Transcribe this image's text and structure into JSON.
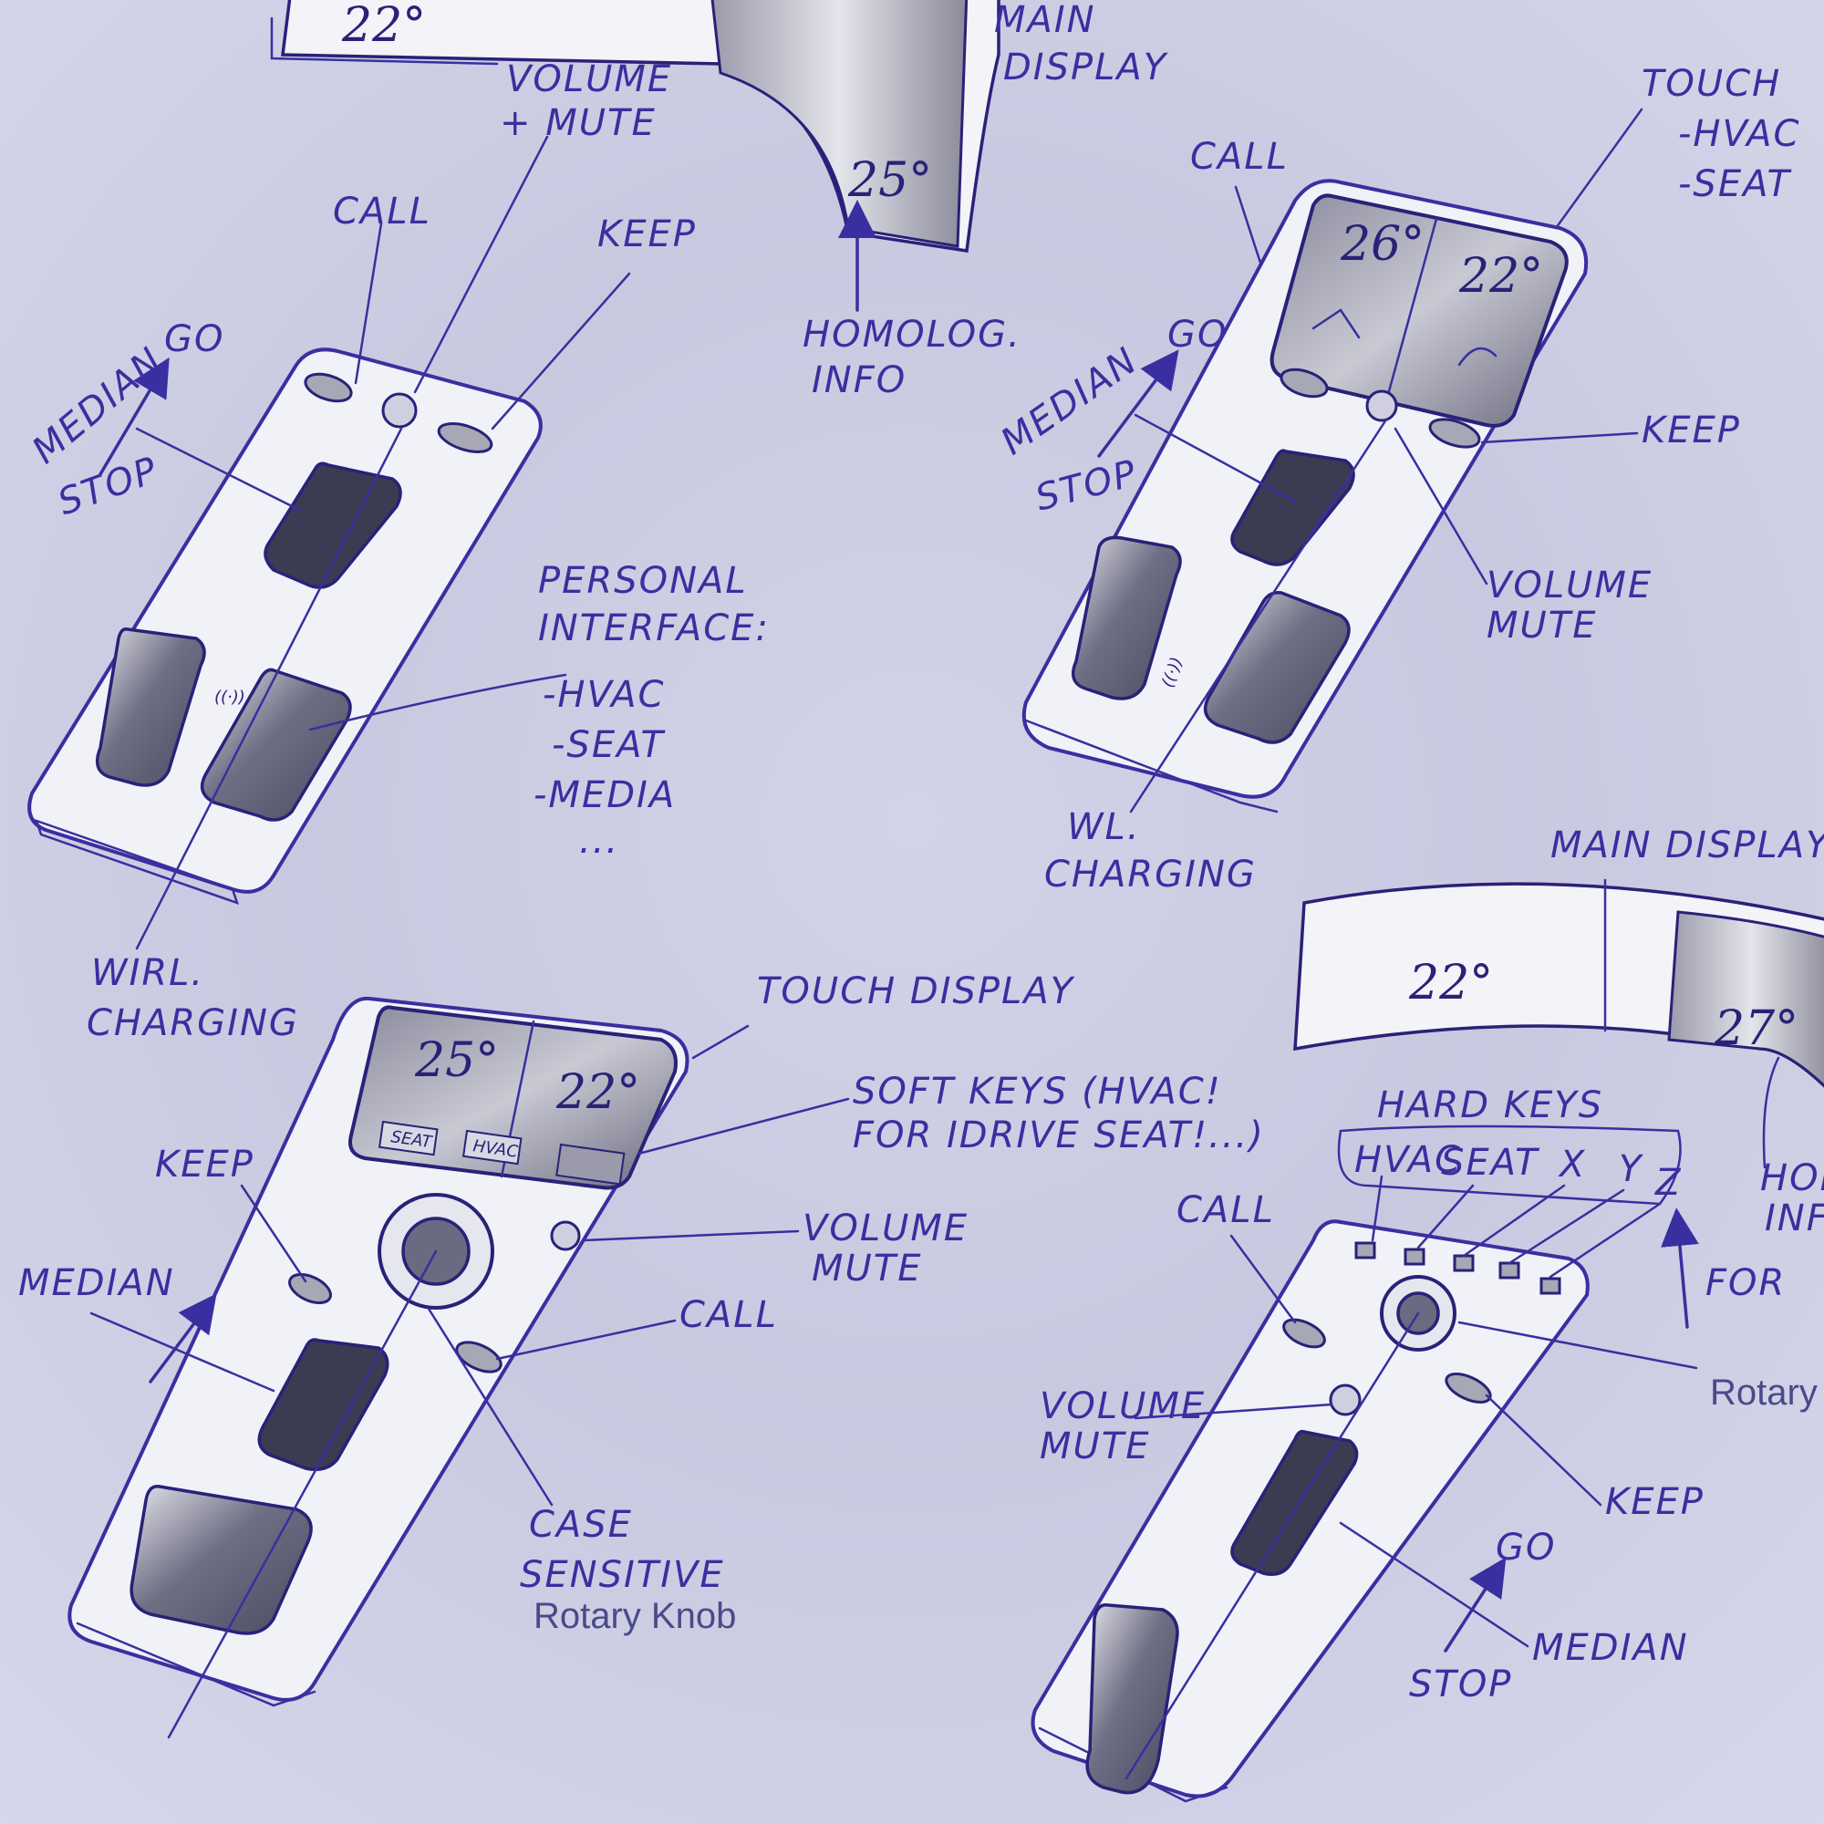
{
  "sketch1": {
    "display_label": "MAIN\nDISPLAY",
    "display_temp_left": "22°",
    "display_temp_right": "25°",
    "volume_mute": "VOLUME\n+ MUTE",
    "call": "CALL",
    "keep": "KEEP",
    "homolog_info": "HOMOLOG.\nINFO",
    "median": "MEDIAN",
    "go": "GO",
    "stop": "STOP",
    "personal_interface": "PERSONAL\nINTERFACE:",
    "list": [
      "-HVAC",
      "-SEAT",
      "-MEDIA",
      "..."
    ],
    "wirl_charging": "WIRL.\nCHARGING"
  },
  "sketch2": {
    "touch": "TOUCH",
    "touch_list": [
      "-HVAC",
      "-SEAT"
    ],
    "call": "CALL",
    "temp_left": "26°",
    "temp_right": "22°",
    "go": "GO",
    "median": "MEDIAN",
    "stop": "STOP",
    "keep": "KEEP",
    "volume_mute": "VOLUME\nMUTE",
    "wl_charging": "WL.\nCHARGING"
  },
  "sketch3": {
    "touch_display": "TOUCH DISPLAY",
    "temp_left": "25°",
    "temp_right": "22°",
    "softkey_seat": "SEAT",
    "softkey_hvac": "HVAC",
    "soft_keys": "SOFT KEYS (HVAC!\nFOR IDRIVE SEAT!...)",
    "keep": "KEEP",
    "volume_mute": "VOLUME\nMUTE",
    "median": "MEDIAN",
    "call": "CALL",
    "case_sensitive": "CASE\nSENSITIVE",
    "rotary_knob": "Rotary Knob"
  },
  "sketch4": {
    "main_display": "MAIN DISPLAY",
    "temp_left": "22°",
    "temp_right": "27°",
    "homolog_info": "HOMOLOG.\nINFO",
    "hard_keys": "HARD KEYS",
    "hk_hvac": "HVAC",
    "hk_seat": "SEAT",
    "hk_x": "X",
    "hk_y": "Y",
    "hk_z": "Z",
    "call": "CALL",
    "for": "FOR",
    "rotary": "Rotary",
    "volume_mute": "VOLUME\nMUTE",
    "keep": "KEEP",
    "go": "GO",
    "median": "MEDIAN",
    "stop": "STOP"
  }
}
